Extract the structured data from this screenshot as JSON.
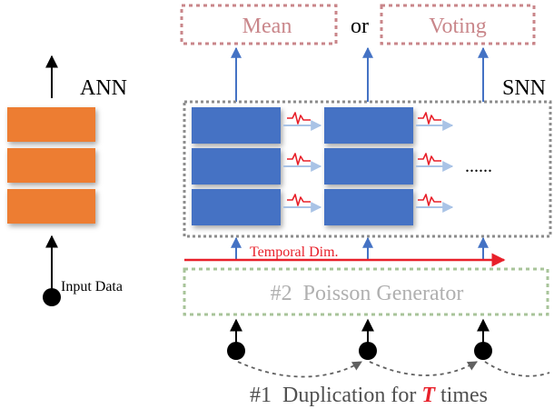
{
  "ann": {
    "label": "ANN",
    "input_label": "Input Data",
    "layer_color": "#ed7d31",
    "layer_count": 3
  },
  "snn": {
    "label": "SNN",
    "layer_color": "#4472c4",
    "column_count": 2,
    "rows_per_column": 3,
    "ellipsis": "......",
    "spike_color": "#e8202a"
  },
  "outputs": {
    "mean_label": "Mean",
    "or_label": "or",
    "voting_label": "Voting",
    "box_color": "#c9868a"
  },
  "temporal": {
    "label": "Temporal Dim.",
    "color": "#e8202a"
  },
  "poisson": {
    "label": "#2  Poisson Generator",
    "box_color": "#a8c49a"
  },
  "duplication": {
    "prefix": "#1  Duplication for ",
    "variable": "T",
    "suffix": " times",
    "variable_color": "#e8202a"
  },
  "colors": {
    "arrow_blue": "#4472c4",
    "arrow_light_blue": "#a9c3e6",
    "dashed_gray": "#808080"
  }
}
